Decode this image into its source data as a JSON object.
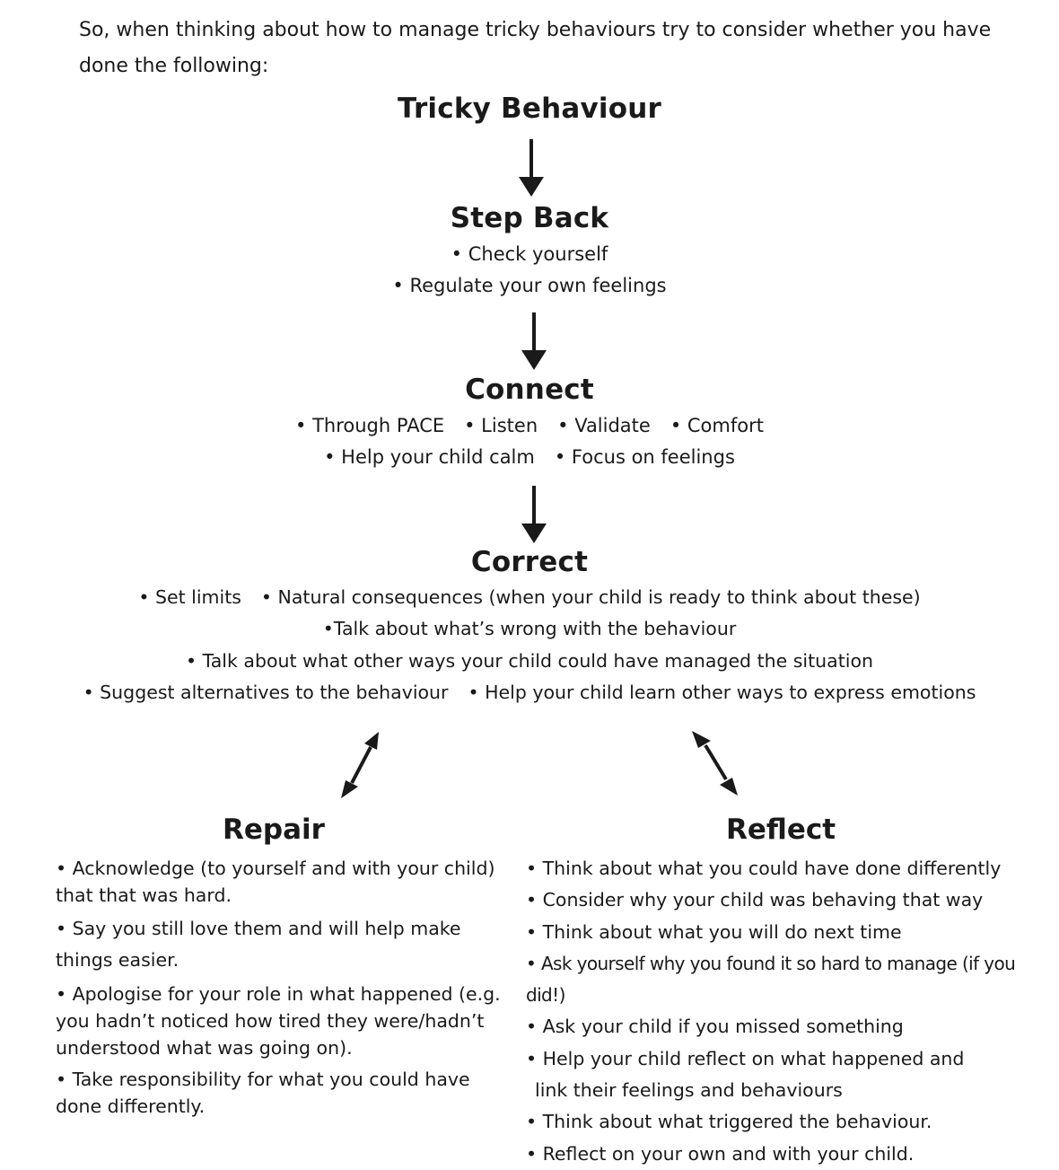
{
  "intro": "So, when thinking about how to manage tricky behaviours try to consider whether you have done the following:",
  "tricky": {
    "title": "Tricky Behaviour"
  },
  "step_back": {
    "title": "Step Back",
    "lines": [
      "• Check yourself",
      "• Regulate your own feelings"
    ]
  },
  "connect": {
    "title": "Connect",
    "line1": [
      "• Through PACE",
      "• Listen",
      "• Validate",
      "• Comfort"
    ],
    "line2": [
      "• Help your child calm",
      "• Focus on feelings"
    ]
  },
  "correct": {
    "title": "Correct",
    "line1": [
      "• Set limits",
      "• Natural consequences (when your child is ready to think about these)"
    ],
    "line2": "•Talk about what’s wrong with the behaviour",
    "line3": "• Talk about what other ways your child could have managed the situation",
    "line4": [
      "• Suggest alternatives to the behaviour",
      "• Help your child learn other ways to express emotions"
    ]
  },
  "repair": {
    "title": "Repair",
    "items": [
      "• Acknowledge (to yourself and with your child) that that was hard.",
      "• Say you still love them and will help make things easier.",
      "• Apologise for your role in what happened (e.g. you hadn’t noticed how tired they were/hadn’t understood what was going on).",
      "• Take responsibility for what you could have done differently."
    ]
  },
  "reflect": {
    "title": "Reflect",
    "items": [
      "• Think about what you could have done differently",
      "• Consider why your child was behaving that way",
      "• Think about what you will do next time",
      "• Ask yourself why you found it so hard to manage (if you did!)",
      "• Ask your child if you missed something",
      "• Help your child reflect on what happened and",
      "link their feelings and behaviours",
      "• Think about what triggered the behaviour.",
      "• Reflect on your own and with your child."
    ]
  }
}
